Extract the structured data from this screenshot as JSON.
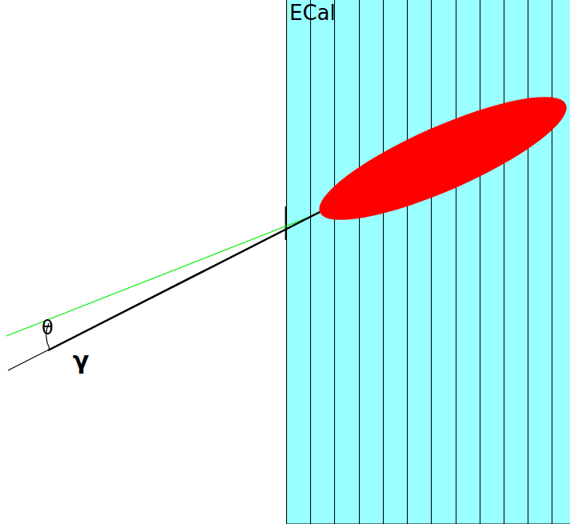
{
  "diagram": {
    "nodes": [
      {
        "text": [
          "ECal"
        ]
      }
    ],
    "labels": [
      "θ",
      "γ"
    ]
  }
}
